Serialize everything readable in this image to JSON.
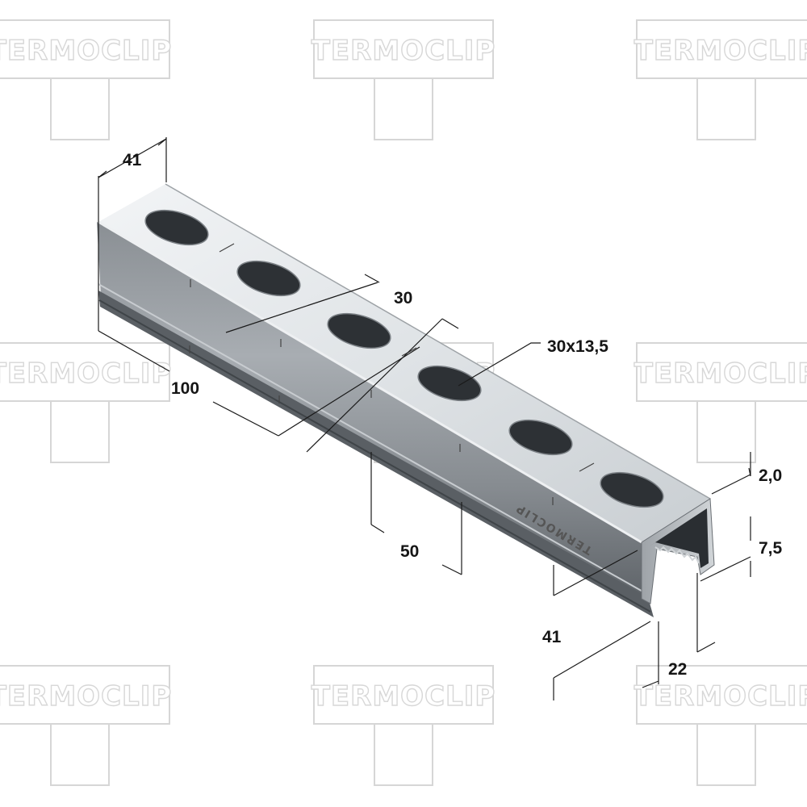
{
  "watermark": {
    "brand": "TERMOCLIP"
  },
  "product": {
    "embossed_mark": "TERMOCLIP"
  },
  "dimensions": {
    "top_width": "41",
    "hole_spacing": "30",
    "slot_size": "30x13,5",
    "hole_pitch": "100",
    "side_spacing": "50",
    "thickness": "2,0",
    "lip_height": "7,5",
    "height": "41",
    "opening": "22"
  },
  "colors": {
    "steel_light": "#e4e7ea",
    "steel_mid": "#b9bec3",
    "steel_dark": "#6d7277",
    "watermark": "#d6d6d6"
  }
}
